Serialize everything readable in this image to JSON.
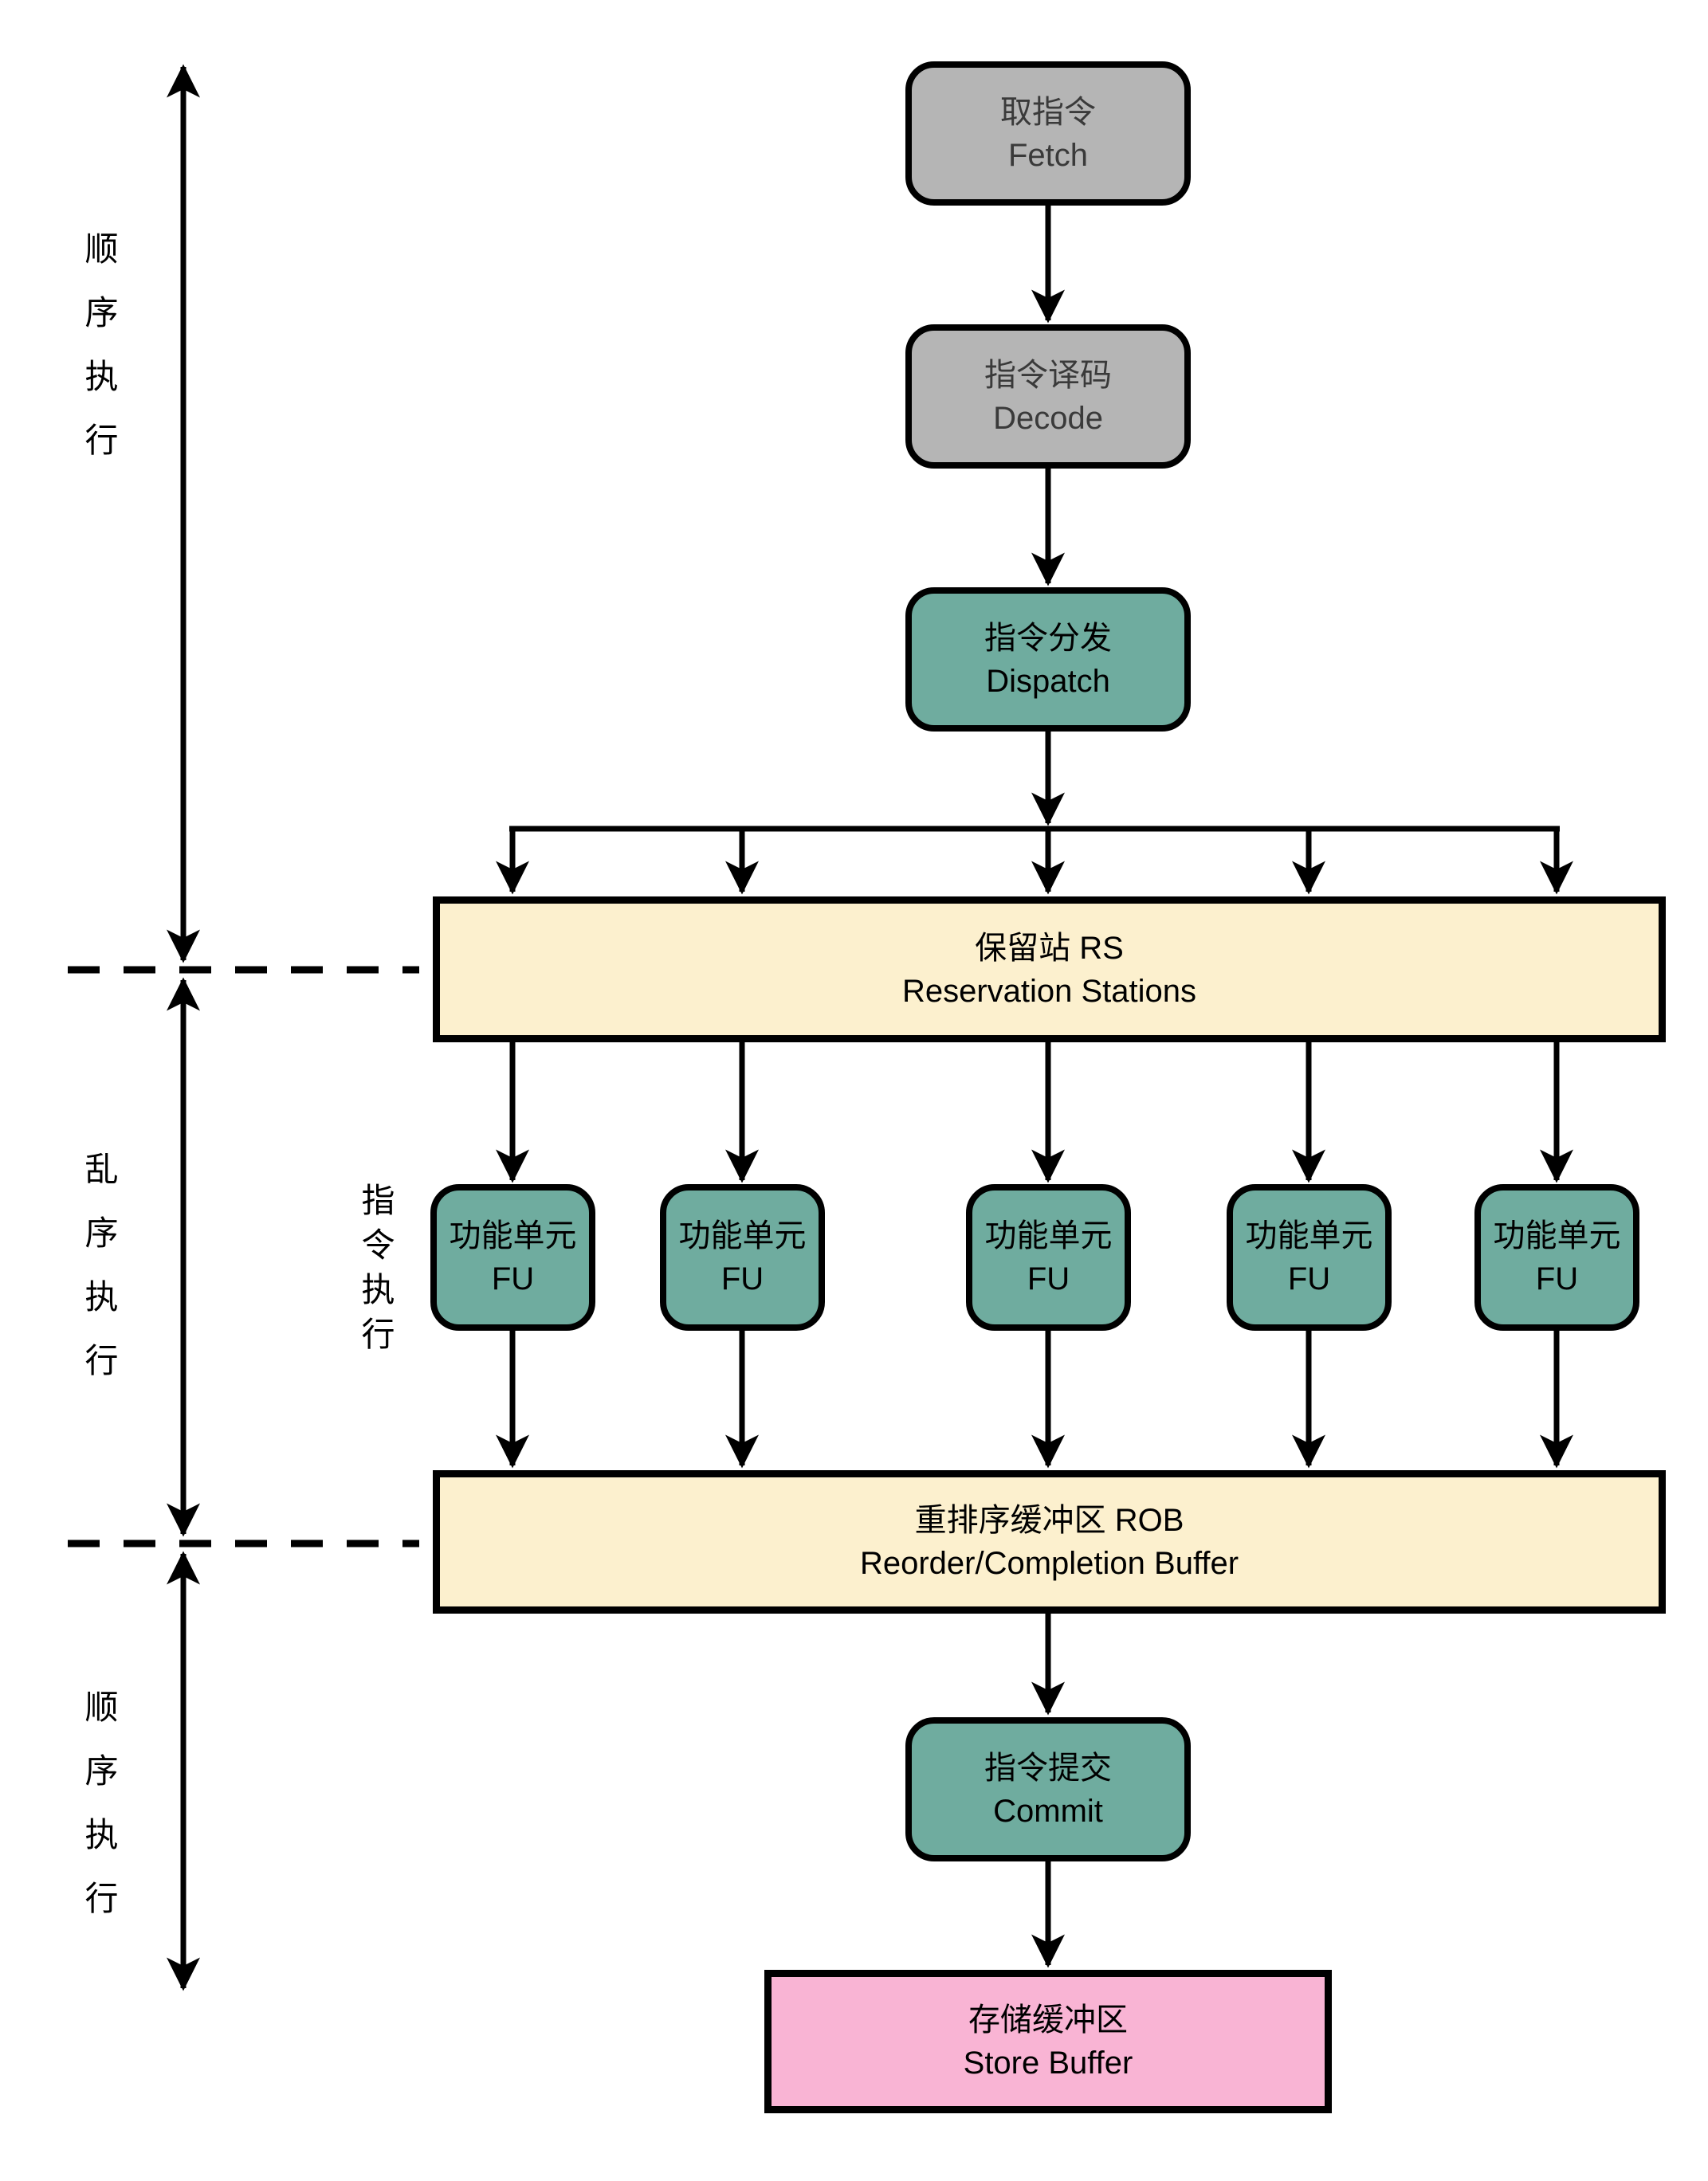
{
  "diagram": {
    "nodes": {
      "fetch": {
        "zh": "取指令",
        "en": "Fetch"
      },
      "decode": {
        "zh": "指令译码",
        "en": "Decode"
      },
      "dispatch": {
        "zh": "指令分发",
        "en": "Dispatch"
      },
      "reservation_stations": {
        "zh": "保留站 RS",
        "en": "Reservation Stations"
      },
      "functional_units": [
        {
          "zh": "功能单元",
          "en": "FU"
        },
        {
          "zh": "功能单元",
          "en": "FU"
        },
        {
          "zh": "功能单元",
          "en": "FU"
        },
        {
          "zh": "功能单元",
          "en": "FU"
        },
        {
          "zh": "功能单元",
          "en": "FU"
        }
      ],
      "reorder_buffer": {
        "zh": "重排序缓冲区 ROB",
        "en": "Reorder/Completion Buffer"
      },
      "commit": {
        "zh": "指令提交",
        "en": "Commit"
      },
      "store_buffer": {
        "zh": "存储缓冲区",
        "en": "Store Buffer"
      }
    },
    "side_labels": {
      "in_order_top": "顺序执行",
      "out_of_order": "乱序执行",
      "in_order_bottom": "顺序执行",
      "instruction_execute": "指令执行"
    },
    "colors": {
      "gray_fill": "#b5b5b5",
      "gray_text": "#3a3a3a",
      "teal_fill": "#6fac9f",
      "yellow_fill": "#fcf0ce",
      "pink_fill": "#f9b4d4",
      "line": "#000000",
      "background": "#ffffff"
    }
  }
}
